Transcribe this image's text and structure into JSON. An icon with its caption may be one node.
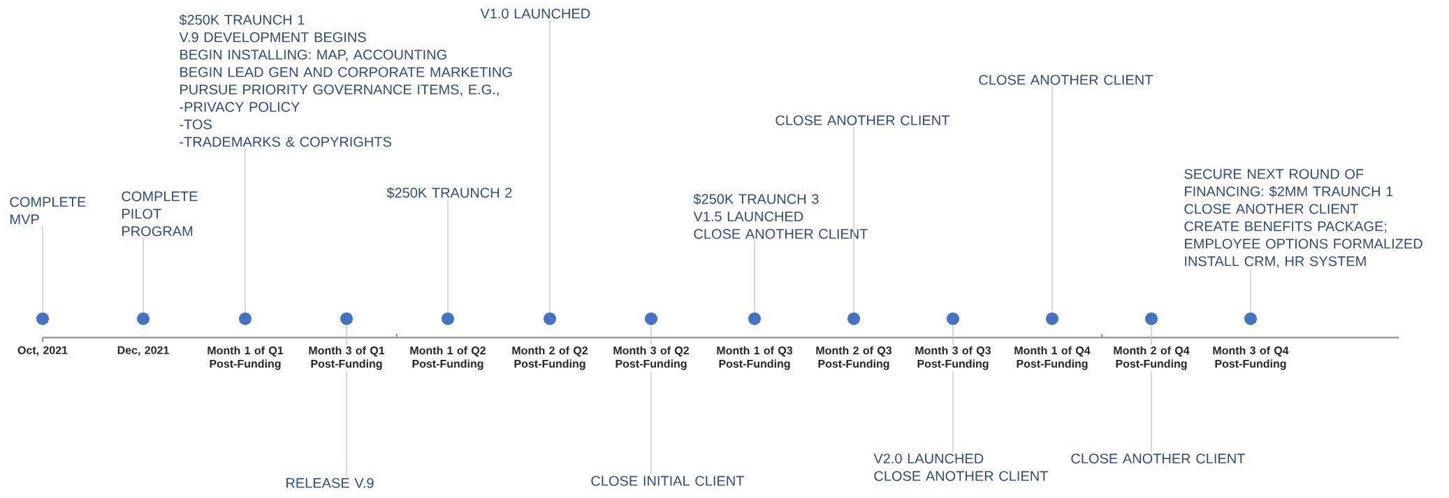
{
  "diagram": {
    "nodes": [
      {
        "text": [],
        "shape": "circle",
        "beside": [
          "Oct, 2021"
        ]
      },
      {
        "text": [],
        "shape": "circle",
        "beside": [
          "Dec, 2021"
        ]
      },
      {
        "text": [],
        "shape": "circle",
        "beside": [
          "Month 1 of Q1 Post-Funding"
        ]
      },
      {
        "text": [],
        "shape": "circle",
        "beside": [
          "Month 3 of Q1 Post-Funding"
        ]
      },
      {
        "text": [],
        "shape": "circle",
        "beside": [
          "Month 1 of Q2 Post-Funding"
        ]
      },
      {
        "text": [],
        "shape": "circle",
        "beside": [
          "Month 2 of Q2 Post-Funding"
        ]
      },
      {
        "text": [],
        "shape": "circle",
        "beside": [
          "Month 3 of Q2 Post-Funding"
        ]
      },
      {
        "text": [],
        "shape": "circle",
        "beside": [
          "Month 1 of Q3 Post-Funding"
        ]
      },
      {
        "text": [],
        "shape": "circle",
        "beside": [
          "Month 2 of Q3 Post-Funding"
        ]
      },
      {
        "text": [],
        "shape": "circle",
        "beside": [
          "Month 3 of Q3 Post-Funding"
        ]
      },
      {
        "text": [],
        "shape": "circle",
        "beside": [
          "Month 1 of Q4 Post-Funding"
        ]
      },
      {
        "text": [],
        "shape": "circle",
        "beside": [
          "Month 2 of Q4 Post-Funding"
        ]
      },
      {
        "text": [],
        "shape": "circle",
        "beside": [
          "Month 3 of Q4 Post-Funding"
        ]
      },
      {
        "text": [
          "COMPLETE MVP"
        ]
      },
      {
        "text": [
          "COMPLETE PILOT PROGRAM"
        ]
      },
      {
        "text": [
          "$250K TRAUNCH 1",
          "V.9 DEVELOPMENT BEGINS",
          "BEGIN INSTALLING: MAP, ACCOUNTING",
          "BEGIN LEAD GEN AND CORPORATE MARKETING",
          "PURSUE PRIORITY GOVERNANCE ITEMS, E.G.,",
          "-PRIVACY POLICY",
          "-TOS",
          "-TRADEMARKS & COPYRIGHTS"
        ]
      },
      {
        "text": [
          "RELEASE V.9"
        ]
      },
      {
        "text": [
          "$250K TRAUNCH 2"
        ]
      },
      {
        "text": [
          "V1.0 LAUNCHED"
        ]
      },
      {
        "text": [
          "CLOSE INITIAL CLIENT"
        ]
      },
      {
        "text": [
          "$250K TRAUNCH 3",
          "V1.5 LAUNCHED",
          "CLOSE ANOTHER CLIENT"
        ]
      },
      {
        "text": [
          "CLOSE ANOTHER CLIENT"
        ]
      },
      {
        "text": [
          "V2.0 LAUNCHED",
          "CLOSE ANOTHER CLIENT"
        ]
      },
      {
        "text": [
          "CLOSE ANOTHER CLIENT"
        ]
      },
      {
        "text": [
          "CLOSE ANOTHER CLIENT"
        ]
      },
      {
        "text": [
          "SECURE NEXT ROUND OF FINANCING: $2MM TRAUNCH 1",
          "CLOSE ANOTHER CLIENT",
          "CREATE BENEFITS PACKAGE; EMPLOYEE OPTIONS FORMALIZED",
          "INSTALL CRM, HR SYSTEM"
        ]
      }
    ],
    "edges": [
      {
        "from": 0,
        "to": 13,
        "arrow": "none"
      },
      {
        "from": 1,
        "to": 14,
        "arrow": "none"
      },
      {
        "from": 2,
        "to": 15,
        "arrow": "none"
      },
      {
        "from": 3,
        "to": 16,
        "arrow": "none"
      },
      {
        "from": 4,
        "to": 17,
        "arrow": "none"
      },
      {
        "from": 5,
        "to": 18,
        "arrow": "none"
      },
      {
        "from": 6,
        "to": 19,
        "arrow": "none"
      },
      {
        "from": 7,
        "to": 20,
        "arrow": "none"
      },
      {
        "from": 8,
        "to": 21,
        "arrow": "none"
      },
      {
        "from": 9,
        "to": 22,
        "arrow": "none"
      },
      {
        "from": 10,
        "to": 23,
        "arrow": "none"
      },
      {
        "from": 11,
        "to": 24,
        "arrow": "none"
      },
      {
        "from": 12,
        "to": 25,
        "arrow": "none"
      }
    ]
  }
}
